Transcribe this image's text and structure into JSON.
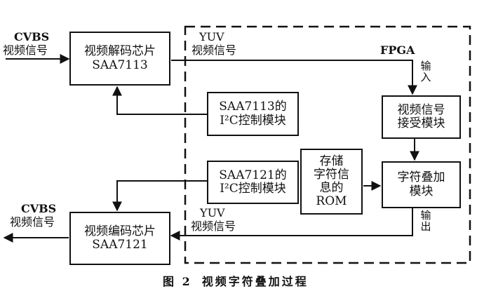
{
  "caption": {
    "label": "图 2",
    "title": "视频字符叠加过程"
  },
  "fpga_label": "FPGA",
  "inputs": {
    "cvbs_in": {
      "line1": "CVBS",
      "line2": "视频信号"
    },
    "yuv_in": {
      "line1": "YUV",
      "line2": "视频信号"
    },
    "input_port": "输入"
  },
  "outputs": {
    "cvbs_out": {
      "line1": "CVBS",
      "line2": "视频信号"
    },
    "yuv_out": {
      "line1": "YUV",
      "line2": "视频信号"
    },
    "output_port": "输出"
  },
  "blocks": {
    "decoder": {
      "line1": "视频解码芯片",
      "line2": "SAA7113"
    },
    "i2c_saa7113": {
      "line1": "SAA7113的",
      "line2": "I²C控制模块"
    },
    "receiver": {
      "line1": "视频信号",
      "line2": "接受模块"
    },
    "rom": {
      "line1": "存储",
      "line2": "字符信",
      "line3": "息的",
      "line4": "ROM"
    },
    "overlay": {
      "line1": "字符叠加",
      "line2": "模块"
    },
    "i2c_saa7121": {
      "line1": "SAA7121的",
      "line2": "I²C控制模块"
    },
    "encoder": {
      "line1": "视频编码芯片",
      "line2": "SAA7121"
    }
  },
  "colors": {
    "ink": "#111111",
    "background": "#ffffff"
  }
}
